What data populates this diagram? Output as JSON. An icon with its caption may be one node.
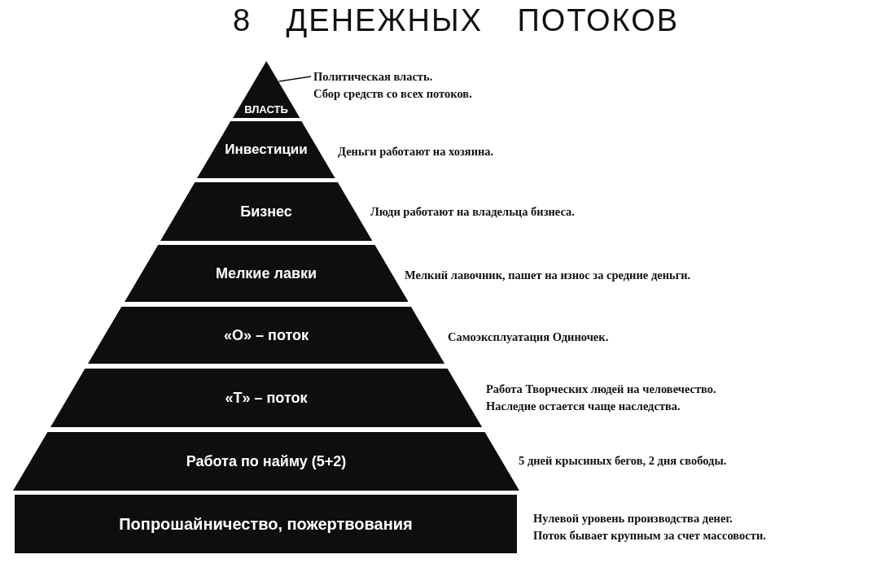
{
  "diagram": {
    "title": "8 ДЕНЕЖНЫХ ПОТОКОВ",
    "nodes": [
      {
        "text": [
          "ВЛАСТЬ"
        ]
      },
      {
        "text": [
          "Инвестиции"
        ],
        "beside": [
          "Деньги работают на хозяина."
        ]
      },
      {
        "text": [
          "Бизнес"
        ],
        "beside": [
          "Люди работают на владельца бизнеса."
        ]
      },
      {
        "text": [
          "Мелкие лавки"
        ],
        "beside": [
          "Мелкий лавочник, пашет на износ за средние деньги."
        ]
      },
      {
        "text": [
          "«О» – поток"
        ],
        "beside": [
          "Самоэксплуатация Одиночек."
        ]
      },
      {
        "text": [
          "«Т» – поток"
        ],
        "beside": [
          "Работа Творческих людей на человечество.",
          "Наследие остается чаще наследства."
        ]
      },
      {
        "text": [
          "Работа по найму (5+2)"
        ],
        "beside": [
          "5 дней крысиных бегов, 2 дня свободы."
        ]
      },
      {
        "text": [
          "Попрошайничество, пожертвования"
        ],
        "beside": [
          "Нулевой уровень производства денег.",
          "Поток бывает крупным за счет массовости."
        ]
      },
      {
        "text": [
          "Политическая власть.",
          "Сбор средств со всех потоков."
        ]
      }
    ],
    "edges": [
      {
        "from": 8,
        "to": 0,
        "arrow": "none"
      }
    ]
  }
}
